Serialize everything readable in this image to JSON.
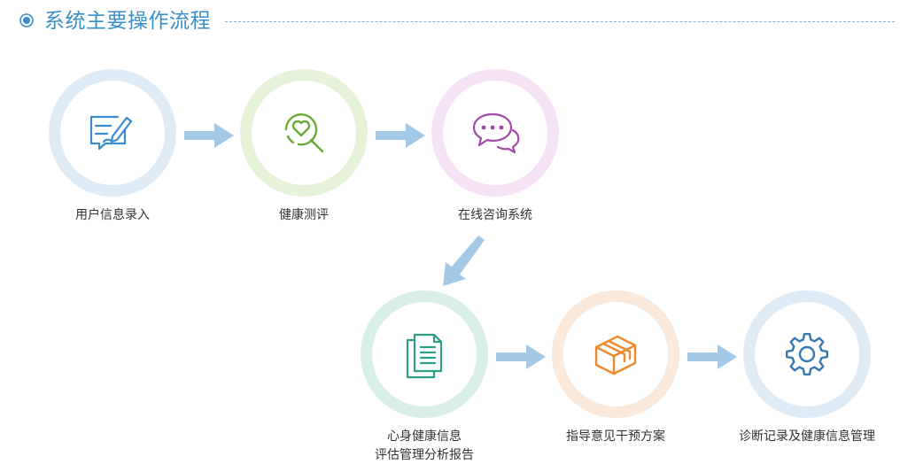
{
  "header": {
    "title": "系统主要操作流程"
  },
  "steps": [
    {
      "label_lines": [
        "用户信息录入"
      ],
      "icon": "edit-form-icon",
      "ring_color": "#e0ecf5",
      "icon_color": "#3b8bd0"
    },
    {
      "label_lines": [
        "健康测评"
      ],
      "icon": "heart-magnifier-icon",
      "ring_color": "#e7f3d9",
      "icon_color": "#6aac33"
    },
    {
      "label_lines": [
        "在线咨询系统"
      ],
      "icon": "chat-bubbles-icon",
      "ring_color": "#f7e3f6",
      "icon_color": "#a24aa8"
    },
    {
      "label_lines": [
        "心身健康信息",
        "评估管理分析报告"
      ],
      "icon": "documents-icon",
      "ring_color": "#d9f0e6",
      "icon_color": "#2f9e86"
    },
    {
      "label_lines": [
        "指导意见干预方案"
      ],
      "icon": "box-icon",
      "ring_color": "#fbe9db",
      "icon_color": "#ef8a2c"
    },
    {
      "label_lines": [
        "诊断记录及健康信息管理"
      ],
      "icon": "gear-icon",
      "ring_color": "#e0ecf5",
      "icon_color": "#3779b4"
    }
  ],
  "colors": {
    "accent": "#3a8fc8",
    "arrow": "#a3c9e6",
    "text": "#333333"
  }
}
